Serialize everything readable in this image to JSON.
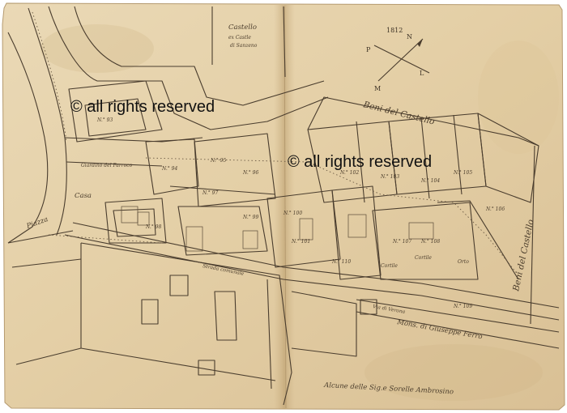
{
  "watermark": {
    "text_1": "© all rights reserved",
    "text_2": "© all rights reserved"
  },
  "compass": {
    "year": "1812",
    "north": "N",
    "east": "L",
    "west": "P",
    "south": "M"
  },
  "labels": {
    "castello_note": "Castello",
    "castello_sub": "ex Castle",
    "castello_sub2": "di Sanzeno",
    "beni_castello": "Beni del Castello",
    "beni_castello_2": "Beni del Castello",
    "giardino_parroco": "Giardino del Parroco",
    "casa": "Casa",
    "piazza": "Piazza",
    "cortile": "Cortile",
    "cortile_2": "Cortile",
    "orto": "Orto",
    "bottom_owner": "Alcune delle Sig.e Sorelle Ambrosino",
    "road_lower": "Strada comunale",
    "giuseppe": "Mons. di Giuseppe Ferro",
    "strada_verona": "Via di Verona"
  },
  "parcels": [
    "N.° 93",
    "N.° 94",
    "N.° 95",
    "N.° 96",
    "N.° 97",
    "N.° 98",
    "N.° 99",
    "N.° 100",
    "N.° 101",
    "N.° 102",
    "N.° 103",
    "N.° 104",
    "N.° 105",
    "N.° 106",
    "N.° 107",
    "N.° 108",
    "N.° 109",
    "N.° 110"
  ],
  "colors": {
    "paper": "#e6d3ac",
    "paper_dark": "#c9ad7c",
    "ink": "#4a3d2e"
  }
}
